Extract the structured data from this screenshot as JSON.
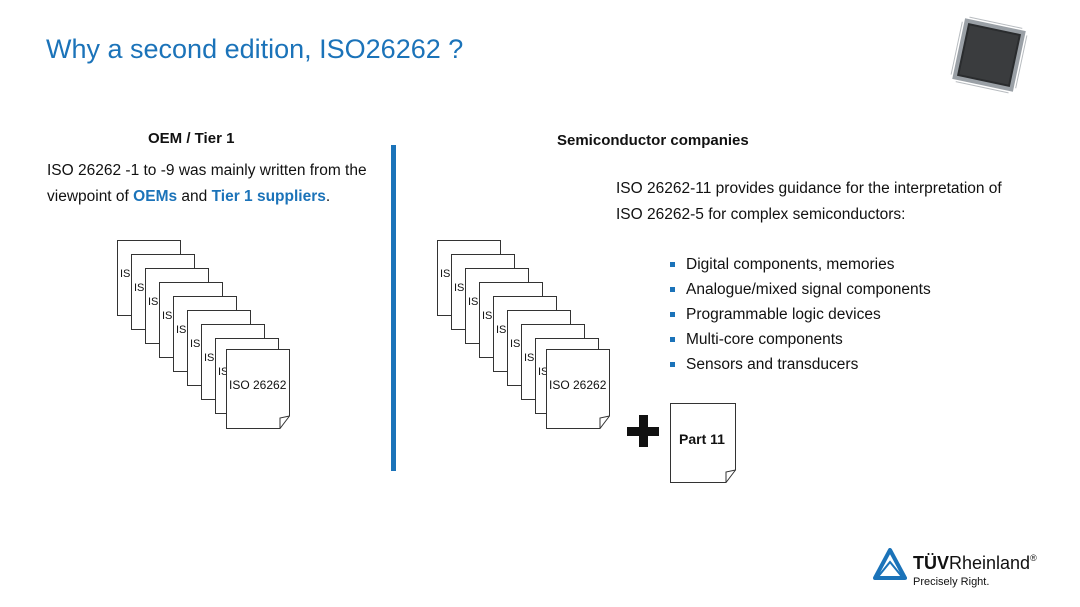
{
  "slide": {
    "title": "Why a second edition,  ISO26262 ?"
  },
  "left": {
    "heading": "OEM / Tier 1",
    "text_before": "ISO 26262 -1 to -9 was mainly written from the viewpoint of ",
    "oems": "OEMs",
    "text_and": " and ",
    "tier1": "Tier 1 suppliers",
    "text_after": ".",
    "stack_label": "IS",
    "front_doc": "ISO 26262"
  },
  "right": {
    "heading": "Semiconductor companies",
    "intro": "ISO 26262-11 provides guidance for the interpretation of ISO 26262-5 for complex semiconductors:",
    "bullets": [
      "Digital components, memories",
      "Analogue/mixed signal components",
      "Programmable logic devices",
      "Multi-core components",
      "Sensors and transducers"
    ],
    "stack_label": "IS",
    "front_doc": "ISO 26262",
    "part_doc": "Part 11"
  },
  "logo": {
    "brand_bold": "TÜV",
    "brand_rest": "Rheinland",
    "registered": "®",
    "tagline": "Precisely Right."
  },
  "colors": {
    "accent": "#1b73b9",
    "text": "#111111"
  },
  "icons": [
    "microchip-icon",
    "plus-icon",
    "tuv-triangle-logo-icon"
  ]
}
